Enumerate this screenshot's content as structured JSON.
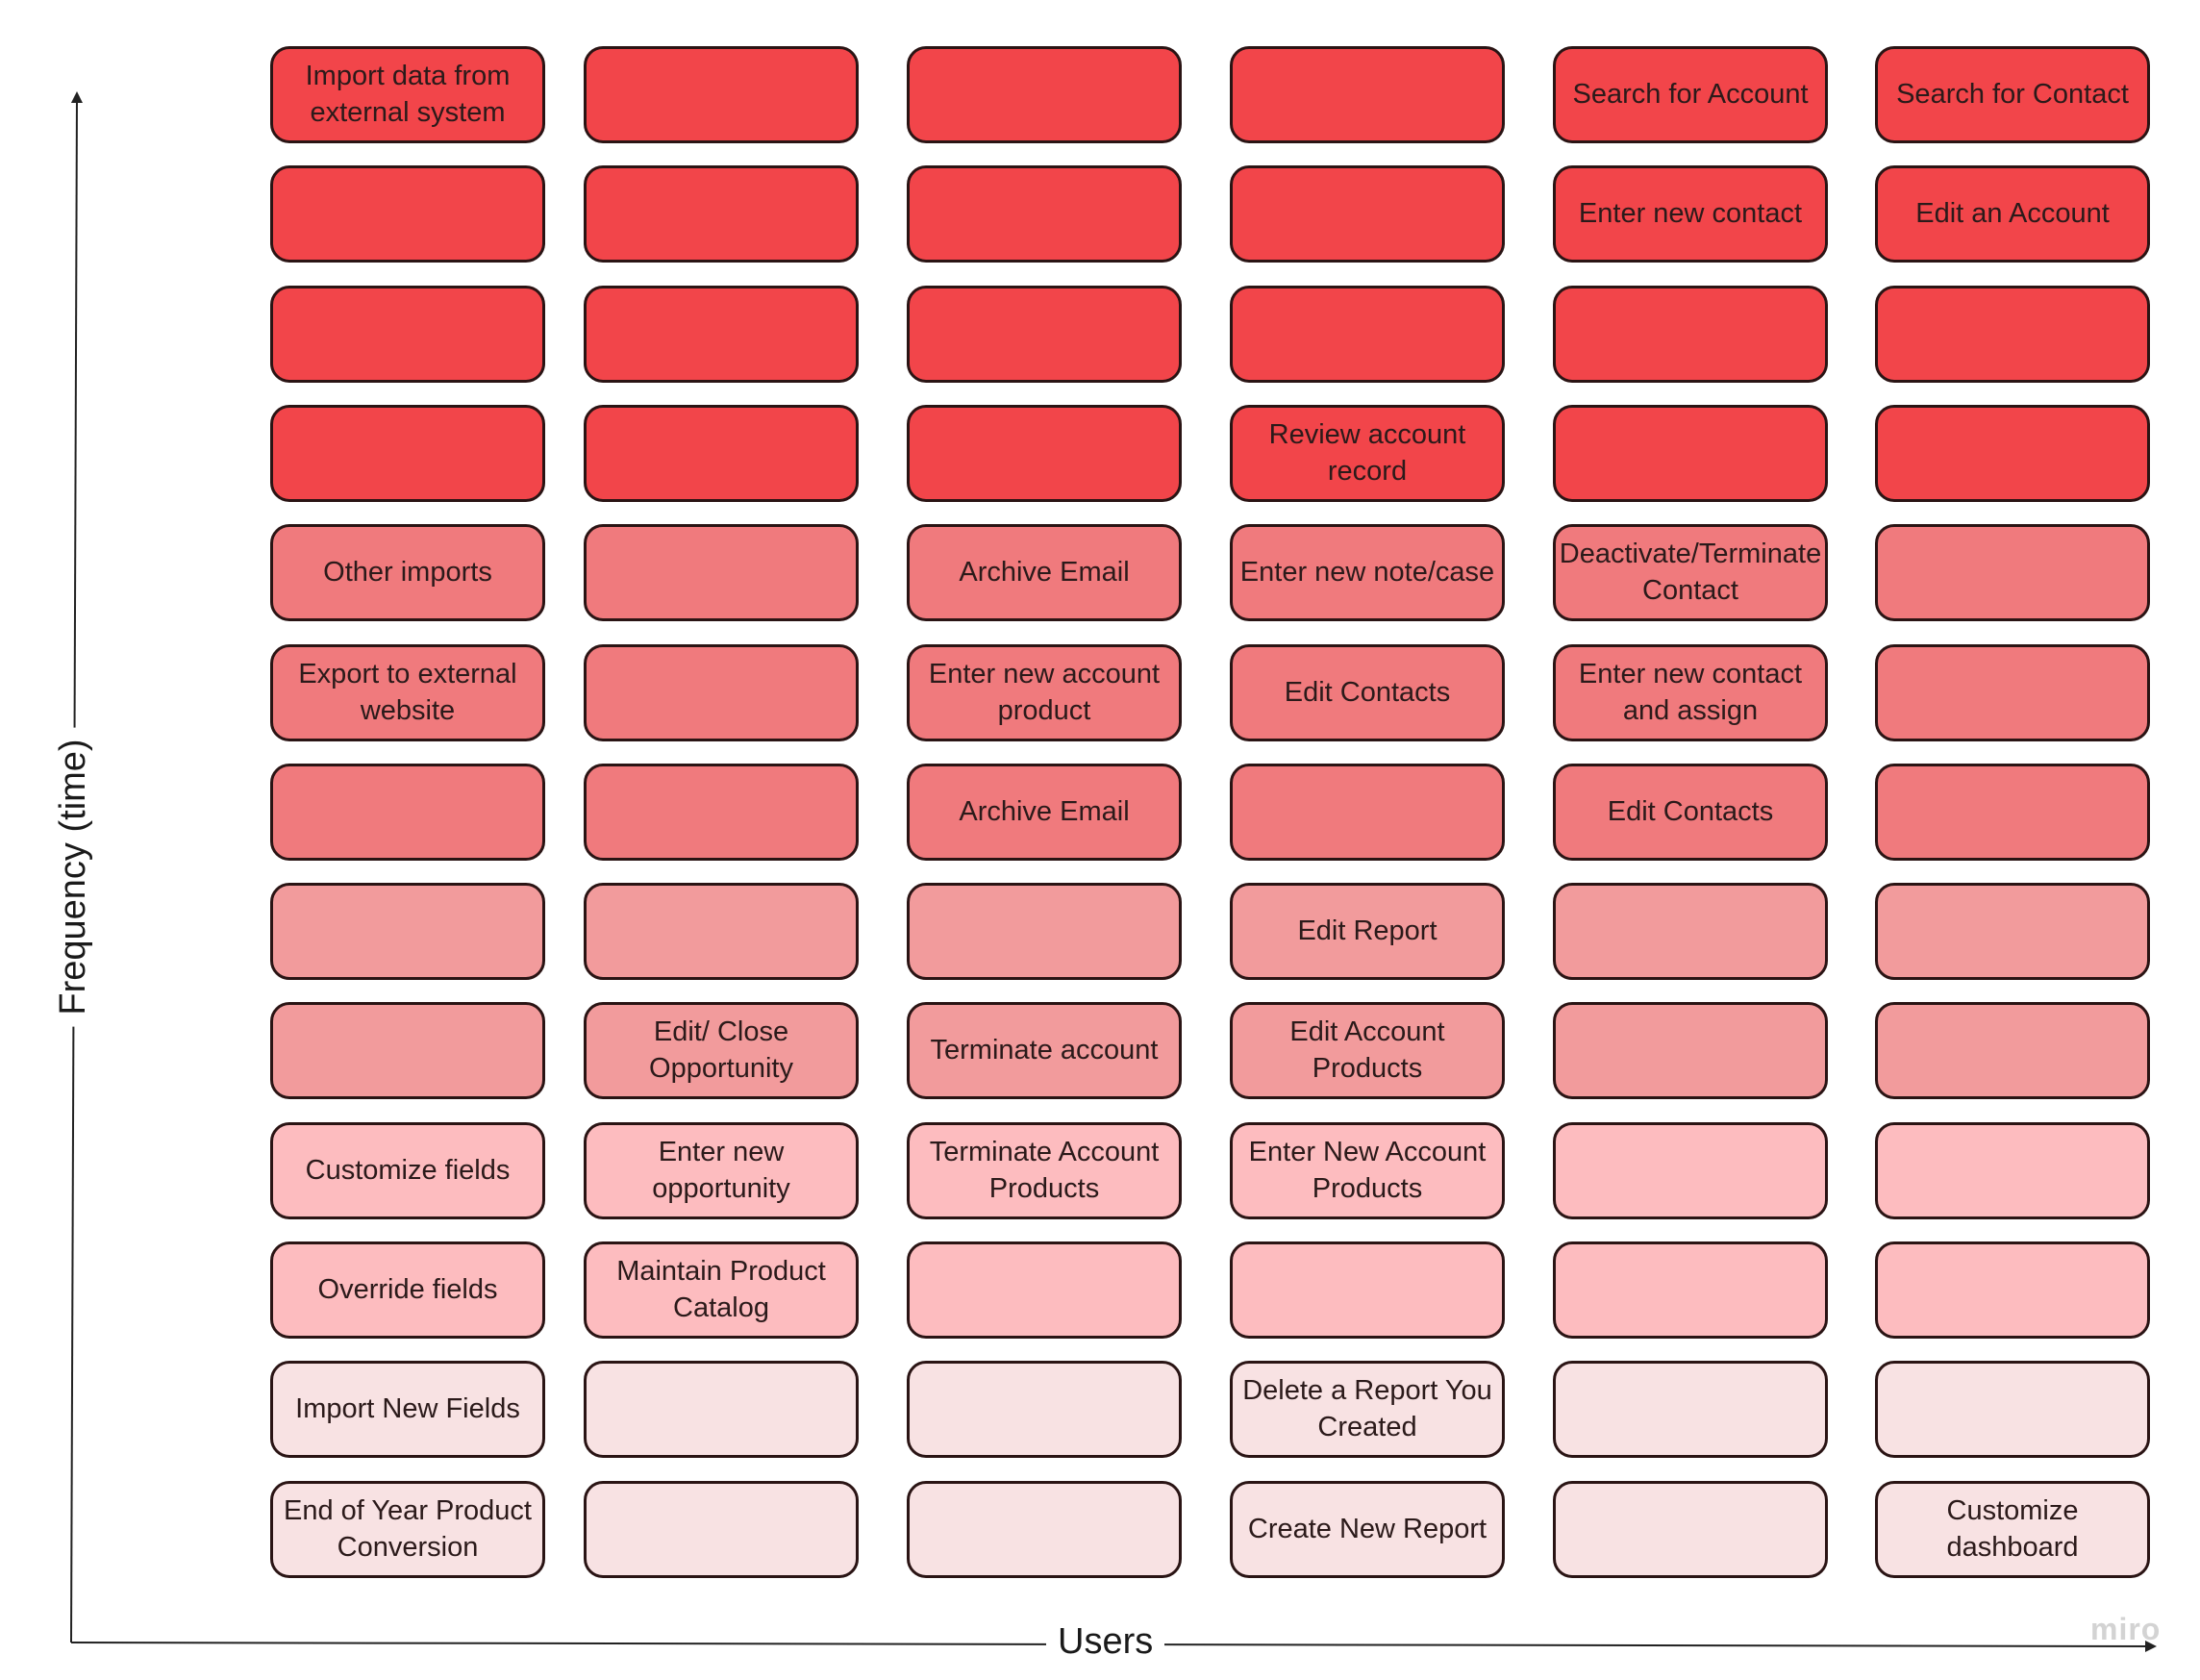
{
  "axes": {
    "x_label": "Users",
    "y_label": "Frequency (time)"
  },
  "watermark": "miro",
  "tier_colors": [
    "#f2454a",
    "#f07a7d",
    "#f29b9c",
    "#fdbcbf",
    "#f8e2e3"
  ],
  "row_tiers": [
    0,
    0,
    0,
    0,
    1,
    1,
    1,
    2,
    2,
    3,
    3,
    4,
    4
  ],
  "grid": [
    [
      "Import data from external system",
      "",
      "",
      "",
      "Search for Account",
      "Search for Contact"
    ],
    [
      "",
      "",
      "",
      "",
      "Enter new contact",
      "Edit an Account"
    ],
    [
      "",
      "",
      "",
      "",
      "",
      ""
    ],
    [
      "",
      "",
      "",
      "Review account record",
      "",
      ""
    ],
    [
      "Other imports",
      "",
      "Archive Email",
      "Enter new note/case",
      "Deactivate/Terminate Contact",
      ""
    ],
    [
      "Export to external website",
      "",
      "Enter new account product",
      "Edit Contacts",
      "Enter new contact and assign",
      ""
    ],
    [
      "",
      "",
      "Archive Email",
      "",
      "Edit Contacts",
      ""
    ],
    [
      "",
      "",
      "",
      "Edit Report",
      "",
      ""
    ],
    [
      "",
      "Edit/ Close Opportunity",
      "Terminate account",
      "Edit Account Products",
      "",
      ""
    ],
    [
      "Customize fields",
      "Enter new opportunity",
      "Terminate Account Products",
      "Enter New Account Products",
      "",
      ""
    ],
    [
      "Override fields",
      "Maintain Product Catalog",
      "",
      "",
      "",
      ""
    ],
    [
      "Import New Fields",
      "",
      "",
      "Delete a Report You Created",
      "",
      ""
    ],
    [
      "End of Year Product Conversion",
      "",
      "",
      "Create New Report",
      "",
      "Customize dashboard"
    ]
  ]
}
